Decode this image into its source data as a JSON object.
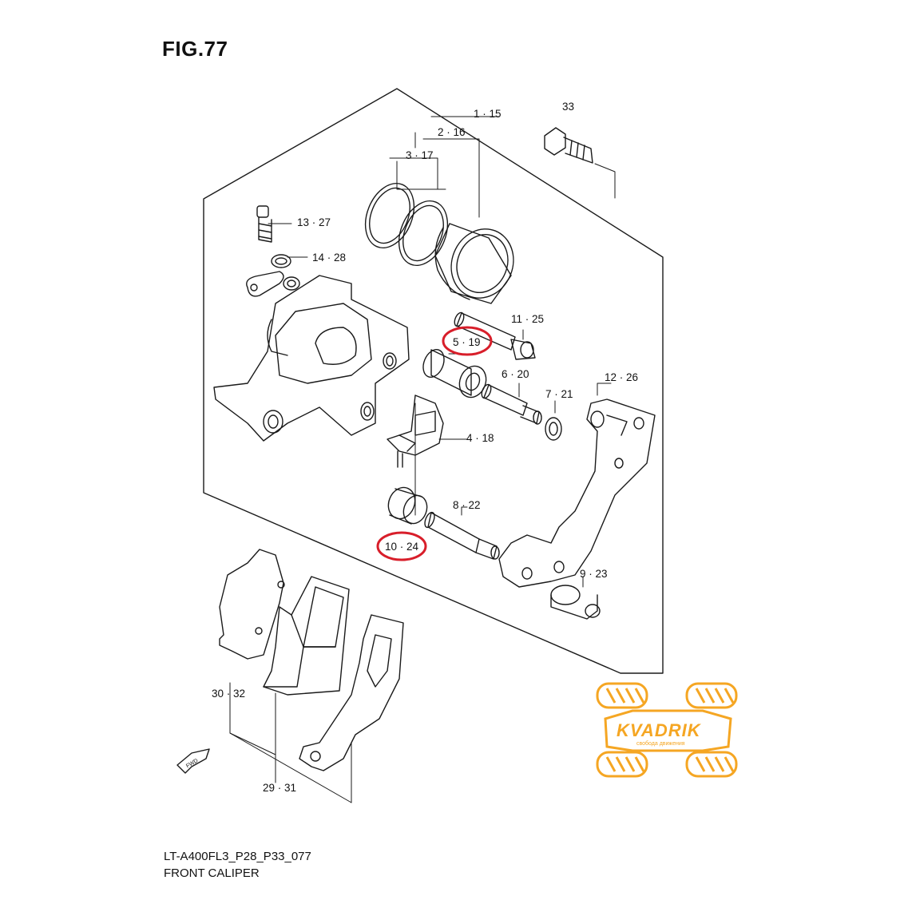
{
  "figure": {
    "title": "FIG.77",
    "code": "LT-A400FL3_P28_P33_077",
    "name": "FRONT CALIPER"
  },
  "callouts": {
    "c1": "1 · 15",
    "c2": "2 · 16",
    "c3": "3 · 17",
    "c4": "4 · 18",
    "c5": "5 · 19",
    "c6": "6 · 20",
    "c7": "7 · 21",
    "c8": "8 · 22",
    "c9": "9 · 23",
    "c10": "10 · 24",
    "c11": "11 · 25",
    "c12": "12 · 26",
    "c13": "13 · 27",
    "c14": "14 · 28",
    "c29": "29 · 31",
    "c30": "30 · 32",
    "c33": "33"
  },
  "fwd_label": "FWD",
  "watermark": {
    "brand": "KVADRIK",
    "slogan": "свобода движения",
    "color": "#f5a623"
  },
  "colors": {
    "line": "#1a1a1a",
    "highlight": "#d81e2a"
  }
}
